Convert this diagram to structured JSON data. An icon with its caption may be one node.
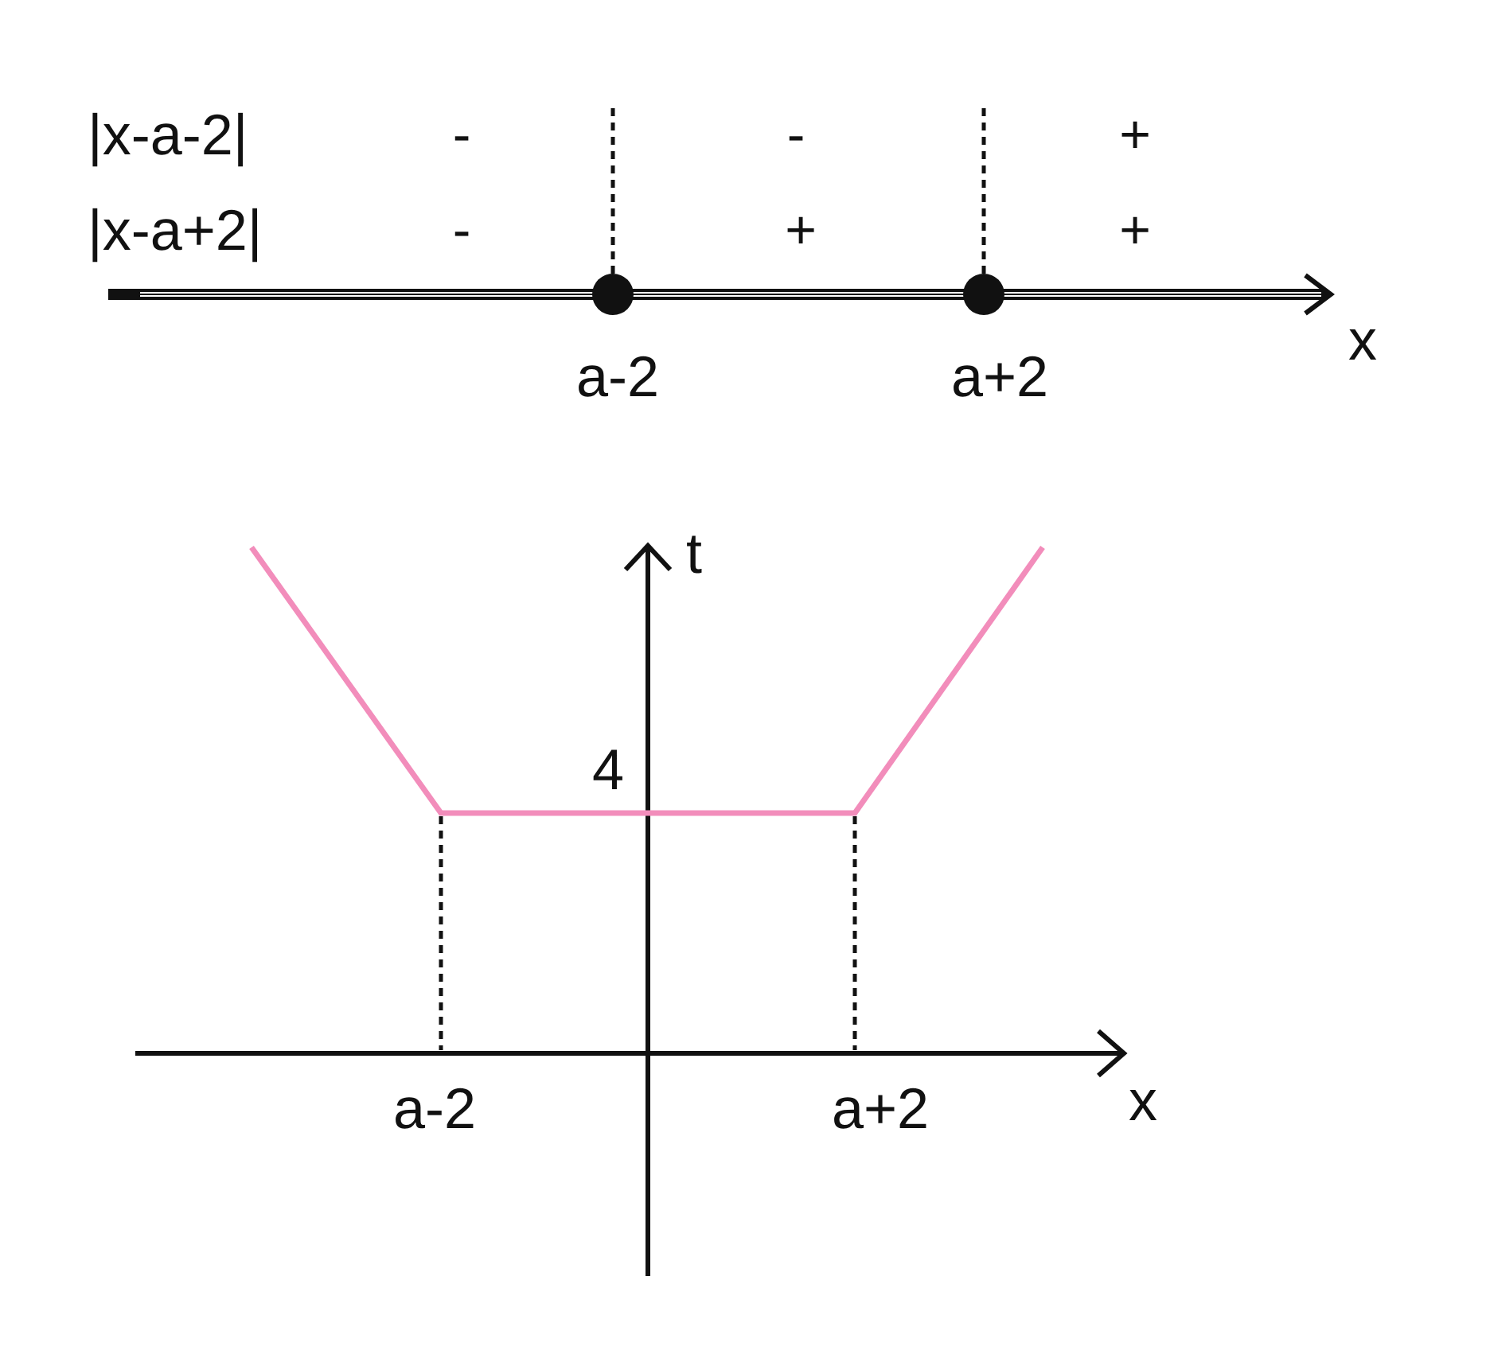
{
  "diagram": {
    "labels": [
      "|x-a-2|",
      "-",
      "-",
      "+",
      "|x-a+2|",
      "-",
      "+",
      "+",
      "x",
      "a-2",
      "a+2",
      "t",
      "4",
      "a-2",
      "a+2",
      "x"
    ]
  }
}
